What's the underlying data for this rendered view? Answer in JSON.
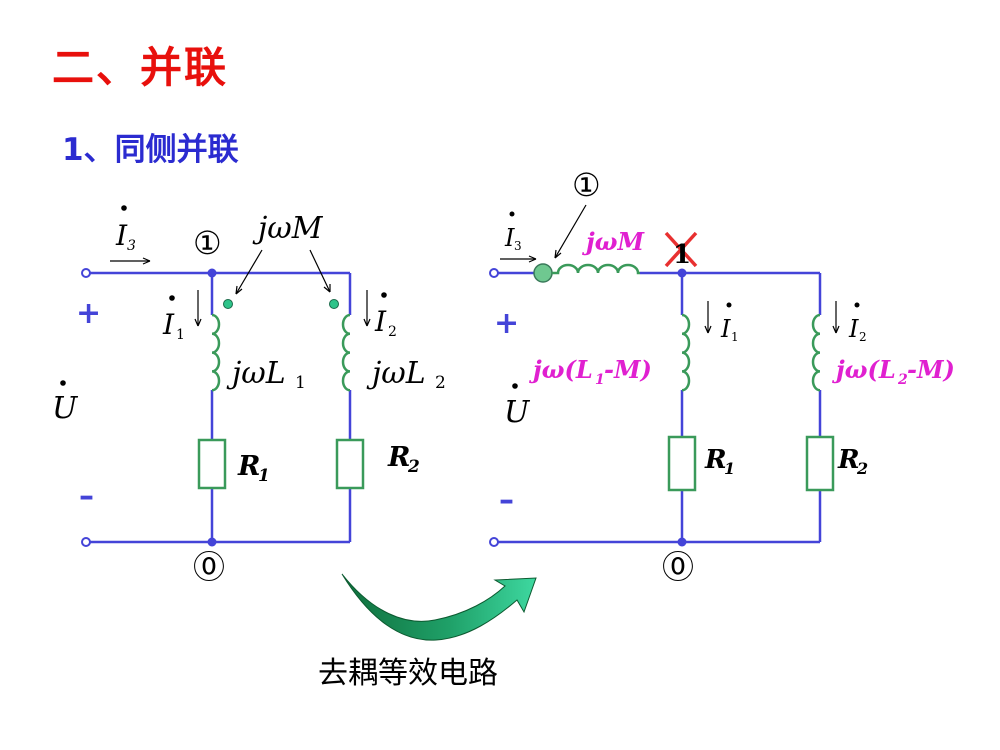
{
  "title": "二、并联",
  "subtitle": "1、同侧并联",
  "caption": "去耦等效电路",
  "colors": {
    "title": "#e8100c",
    "subtitle": "#2b2bd0",
    "wire": "#4444d8",
    "component": "#3a9a5a",
    "magenta": "#e020d0",
    "cross": "#e83030",
    "terminal": "#5a9a6a",
    "arrow_dark": "#0f6e3c",
    "arrow_light": "#3ed8a0"
  },
  "left_circuit": {
    "current_total": "I",
    "current_total_sub": "3",
    "node_top": "①",
    "node_bottom": "⓪",
    "mutual_label": "jωM",
    "branch1_current": "I",
    "branch1_current_sub": "1",
    "branch2_current": "I",
    "branch2_current_sub": "2",
    "inductor1": "jωL",
    "inductor1_sub": "1",
    "inductor2": "jωL",
    "inductor2_sub": "2",
    "voltage": "U",
    "r1": "R",
    "r1_sub": "1",
    "r2": "R",
    "r2_sub": "2",
    "plus": "+",
    "minus": "–"
  },
  "right_circuit": {
    "current_total": "I",
    "current_total_sub": "3",
    "node_new": "①",
    "node_removed": "1",
    "node_bottom": "⓪",
    "mutual_label": "jωM",
    "branch1_current": "I",
    "branch1_current_sub": "1",
    "branch2_current": "I",
    "branch2_current_sub": "2",
    "inductor1_pre": "jω(L",
    "inductor1_sub": "1",
    "inductor1_post": "-M)",
    "inductor2_pre": "jω(L",
    "inductor2_sub": "2",
    "inductor2_post": "-M)",
    "voltage": "U",
    "r1": "R",
    "r1_sub": "1",
    "r2": "R",
    "r2_sub": "2",
    "plus": "+",
    "minus": "–"
  }
}
